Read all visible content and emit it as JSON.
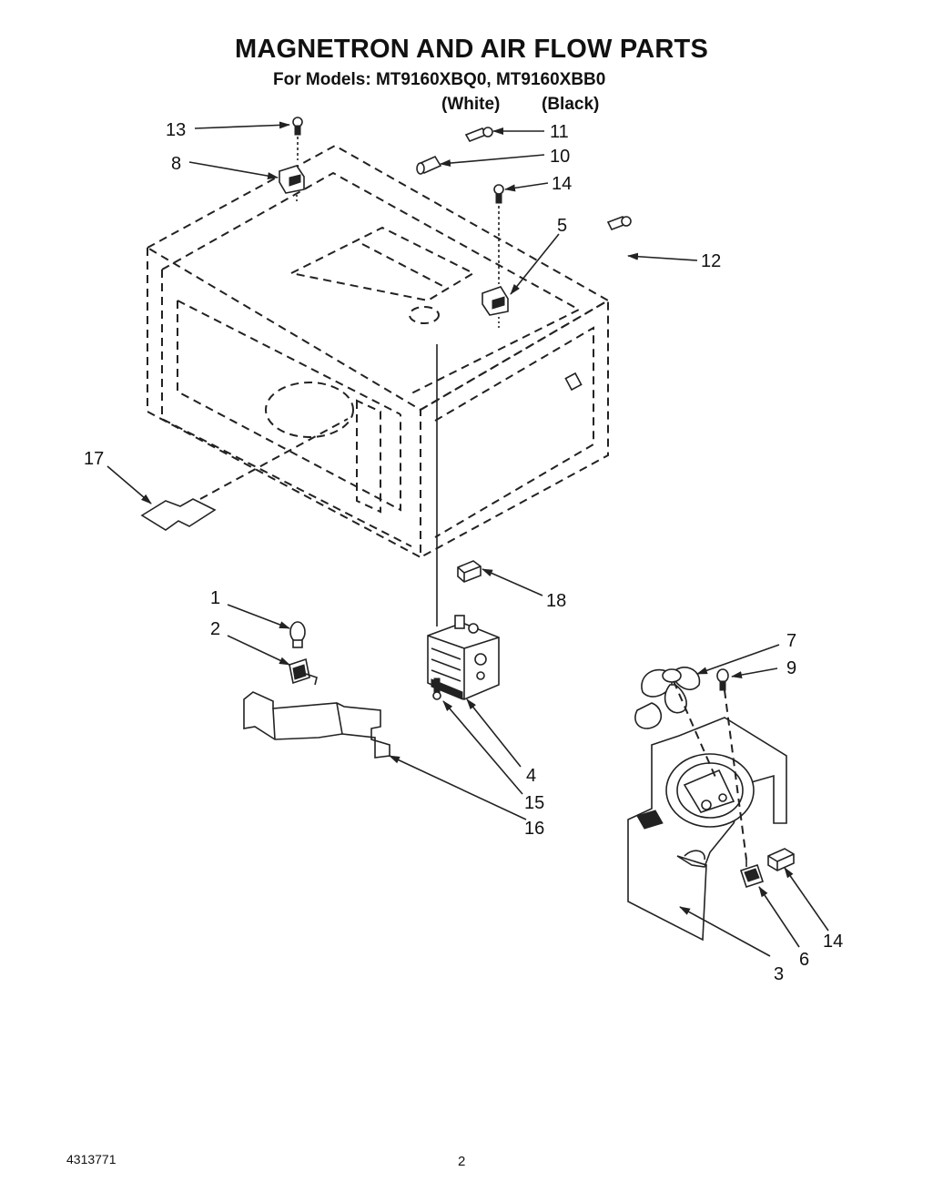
{
  "header": {
    "title": "MAGNETRON AND AIR FLOW PARTS",
    "subtitle": "For Models: MT9160XBQ0, MT9160XBB0",
    "variant_white": "(White)",
    "variant_black": "(Black)"
  },
  "callouts": [
    "1",
    "2",
    "3",
    "4",
    "5",
    "6",
    "7",
    "8",
    "9",
    "10",
    "11",
    "12",
    "13",
    "14",
    "14",
    "15",
    "16",
    "17",
    "18"
  ],
  "footer": {
    "doc_number": "4313771",
    "page_number": "2"
  }
}
